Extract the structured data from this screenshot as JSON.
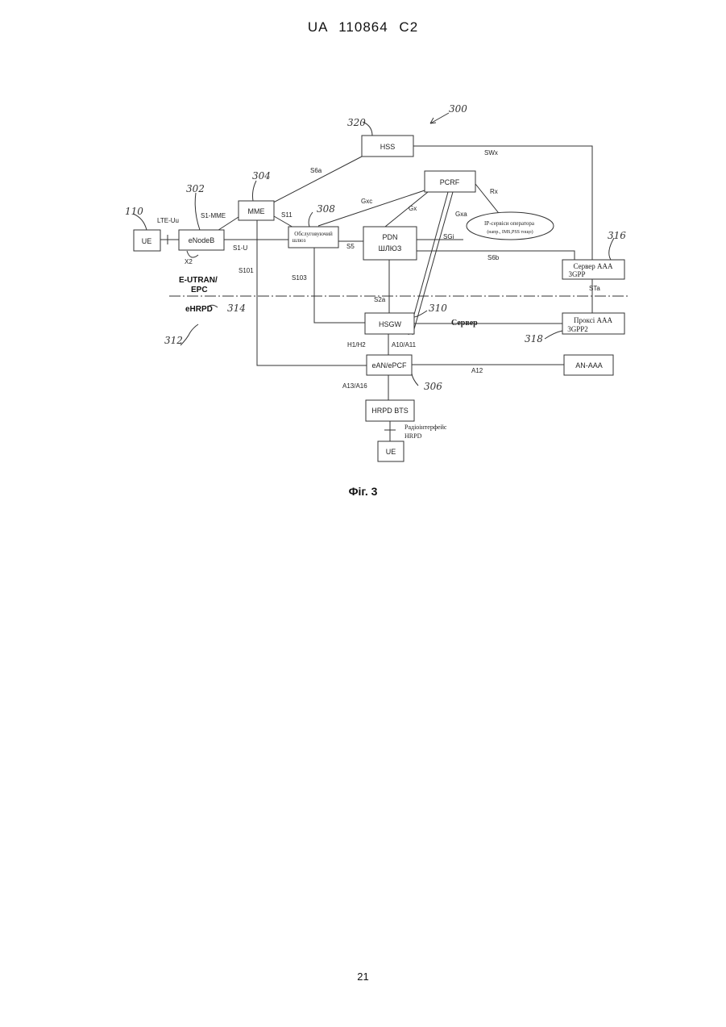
{
  "header": {
    "text": "UA   110864   C2"
  },
  "figure": {
    "ref_main": "300",
    "nodes": {
      "hss": "HSS",
      "pcrf": "PCRF",
      "mme": "MME",
      "ue_top": "UE",
      "enodeb": "eNodeB",
      "serving_gw": [
        "Обслуговуючий",
        "шлюз"
      ],
      "pdn_gw": [
        "PDN",
        "ШЛЮЗ"
      ],
      "ip_services": [
        "IP-сервіси оператора",
        "(напр., IMS,PSS тощо)"
      ],
      "aaa_3gpp": [
        "Сервер AAA",
        "3GPP"
      ],
      "aaa_proxy": [
        "Проксі AAA",
        "3GPP2"
      ],
      "hsgw": "HSGW",
      "ean_epcf": "eAN/ePCF",
      "an_aaa": "AN-AAA",
      "hrpd_bts": "HRPD BTS",
      "ue_bottom": "UE"
    },
    "interfaces": {
      "s6a": "S6a",
      "swx": "SWx",
      "gxc": "Gxc",
      "gx": "Gx",
      "gxa": "Gxa",
      "rx": "Rx",
      "lte_uu": "LTE-Uu",
      "s1_mme": "S1-MME",
      "s11": "S11",
      "s1_u": "S1-U",
      "s5": "S5",
      "sgi": "SGi",
      "s6b": "S6b",
      "x2": "X2",
      "s101": "S101",
      "s103": "S103",
      "s2a": "S2a",
      "sta": "STa",
      "h1_h2": "H1/H2",
      "a10_a11": "A10/A11",
      "a12": "A12",
      "a13_a16": "A13/A16",
      "server": "Сервер",
      "radio": [
        "Радіоінтерфейс",
        "HRPD"
      ]
    },
    "domains": {
      "eutran": "E-UTRAN/",
      "epc": "EPC",
      "ehrpd": "eHRPD"
    },
    "refs": {
      "r110": "110",
      "r302": "302",
      "r304": "304",
      "r308": "308",
      "r310": "310",
      "r312": "312",
      "r314": "314",
      "r316": "316",
      "r318": "318",
      "r320": "320",
      "r306": "306"
    },
    "caption": "Фіг. 3"
  },
  "page_number": "21"
}
